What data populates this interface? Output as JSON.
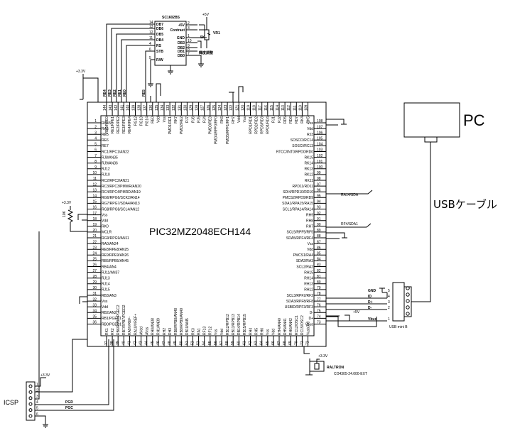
{
  "chip": {
    "name": "PIC32MZ2048ECH144",
    "left_pins": [
      {
        "num": "1",
        "label": "RG15"
      },
      {
        "num": "2",
        "label": "RA5"
      },
      {
        "num": "3",
        "label": "RE5"
      },
      {
        "num": "4",
        "label": "RE6"
      },
      {
        "num": "5",
        "label": "RE7"
      },
      {
        "num": "6",
        "label": "RC1/RPC1/AN22"
      },
      {
        "num": "7",
        "label": "RJ8/AN35"
      },
      {
        "num": "8",
        "label": "RJ9/AN36"
      },
      {
        "num": "9",
        "label": "RJ12"
      },
      {
        "num": "10",
        "label": "RJ10"
      },
      {
        "num": "11",
        "label": "RC2/RPC2/AN21"
      },
      {
        "num": "12",
        "label": "RC3/RPC3/PMWR/AN20"
      },
      {
        "num": "13",
        "label": "RC4/RPC4/PMRD/AN19"
      },
      {
        "num": "14",
        "label": "RG6/RPG6/SCK2/AN14"
      },
      {
        "num": "15",
        "label": "RG7/RPG7/SDA4/AN13"
      },
      {
        "num": "16",
        "label": "RG8/RPG8/SCL4/AN12"
      },
      {
        "num": "17",
        "label": "Vss"
      },
      {
        "num": "18",
        "label": "Vdd"
      },
      {
        "num": "19",
        "label": "RK0"
      },
      {
        "num": "20",
        "label": "MCLR"
      },
      {
        "num": "21",
        "label": "RG9/RPG9/AN11"
      },
      {
        "num": "22",
        "label": "RA0/AN24"
      },
      {
        "num": "23",
        "label": "RE8/RPE8/AN25"
      },
      {
        "num": "24",
        "label": "RE9/RPE9/AN26"
      },
      {
        "num": "25",
        "label": "RB5/RPB5/AN45"
      },
      {
        "num": "26",
        "label": "RB4/AN4"
      },
      {
        "num": "27",
        "label": "RJ11/AN37"
      },
      {
        "num": "28",
        "label": "RJ13"
      },
      {
        "num": "29",
        "label": "RJ14"
      },
      {
        "num": "30",
        "label": "RJ15"
      },
      {
        "num": "31",
        "label": "RB3/AN3"
      },
      {
        "num": "32",
        "label": "Vss"
      },
      {
        "num": "33",
        "label": "Vdd"
      },
      {
        "num": "34",
        "label": "RB2/AN2"
      },
      {
        "num": "35",
        "label": "RB1/PGEC1"
      },
      {
        "num": "36",
        "label": "RB0/PGED1"
      }
    ],
    "right_pins": [
      {
        "num": "108",
        "label": "Vss"
      },
      {
        "num": "107",
        "label": "Vdd"
      },
      {
        "num": "106",
        "label": "RJ3"
      },
      {
        "num": "105",
        "label": "SOSCO/RC14"
      },
      {
        "num": "104",
        "label": "SOSCI/RC13"
      },
      {
        "num": "103",
        "label": "RTCC/INT0/RPD0/RD0"
      },
      {
        "num": "102",
        "label": "RK15"
      },
      {
        "num": "101",
        "label": "RK14"
      },
      {
        "num": "100",
        "label": "RK13"
      },
      {
        "num": "99",
        "label": "RK12"
      },
      {
        "num": "98",
        "label": "RK11"
      },
      {
        "num": "97",
        "label": "RPD11/RD11"
      },
      {
        "num": "96",
        "label": "SDI4/RPD10/RD10"
      },
      {
        "num": "95",
        "label": "PMCS2/RPD9/RD9"
      },
      {
        "num": "94",
        "label": "SDA1/RPA15/RA15"
      },
      {
        "num": "93",
        "label": "SCL1/RPA14/RA14"
      },
      {
        "num": "92",
        "label": "RH9"
      },
      {
        "num": "91",
        "label": "RH8"
      },
      {
        "num": "90",
        "label": "RH7"
      },
      {
        "num": "89",
        "label": "SCL5/RPF5/RF5"
      },
      {
        "num": "88",
        "label": "SDA5/RPF4/RF4"
      },
      {
        "num": "87",
        "label": "Vss"
      },
      {
        "num": "86",
        "label": "Vdd"
      },
      {
        "num": "85",
        "label": "PMCS1/RA4"
      },
      {
        "num": "84",
        "label": "SDA2/RA3"
      },
      {
        "num": "83",
        "label": "SCL2/RA2"
      },
      {
        "num": "82",
        "label": "RH15"
      },
      {
        "num": "81",
        "label": "RH14"
      },
      {
        "num": "80",
        "label": "RH13"
      },
      {
        "num": "79",
        "label": "RH12"
      },
      {
        "num": "78",
        "label": "SCL3/RPF2/RF2"
      },
      {
        "num": "77",
        "label": "SDA3/RPF8/RF8"
      },
      {
        "num": "76",
        "label": "USBID/RPF3/RF3"
      },
      {
        "num": "75",
        "label": "D-"
      },
      {
        "num": "74",
        "label": "D+"
      },
      {
        "num": "73",
        "label": "Vbus"
      }
    ],
    "top_pins": [
      {
        "num": "144",
        "label": "RE0/RPE0"
      },
      {
        "num": "143",
        "label": "RE1/RPE1"
      },
      {
        "num": "142",
        "label": "RE2/RPE2"
      },
      {
        "num": "141",
        "label": "RE3/RPE3"
      },
      {
        "num": "140",
        "label": "RE4/RPE4"
      },
      {
        "num": "139",
        "label": "RG12"
      },
      {
        "num": "138",
        "label": "RG13"
      },
      {
        "num": "137",
        "label": "RG14"
      },
      {
        "num": "136",
        "label": "RE0"
      },
      {
        "num": "135",
        "label": "Vdd"
      },
      {
        "num": "134",
        "label": "Vss"
      },
      {
        "num": "133",
        "label": "PMD1/RE1"
      },
      {
        "num": "132",
        "label": "RK7"
      },
      {
        "num": "131",
        "label": "PMD2/RE2"
      },
      {
        "num": "130",
        "label": "RJ7"
      },
      {
        "num": "129",
        "label": "RJ6"
      },
      {
        "num": "128",
        "label": "RJ5"
      },
      {
        "num": "127",
        "label": "RJ4"
      },
      {
        "num": "126",
        "label": "PMD3/RE3"
      },
      {
        "num": "125",
        "label": "PMD4/RPF0/RF0"
      },
      {
        "num": "124",
        "label": "RK6"
      },
      {
        "num": "123",
        "label": "PMD5/RPF1/RF1"
      },
      {
        "num": "122",
        "label": "RH7"
      },
      {
        "num": "121",
        "label": "Vdd"
      },
      {
        "num": "120",
        "label": "Vss"
      },
      {
        "num": "119",
        "label": "RPD1/RD1"
      },
      {
        "num": "118",
        "label": "RPD2/RD2"
      },
      {
        "num": "117",
        "label": "RPD3/RD3"
      },
      {
        "num": "116",
        "label": "RPD4/RD4"
      },
      {
        "num": "115",
        "label": "RJ1"
      },
      {
        "num": "114",
        "label": "RJ2"
      },
      {
        "num": "113",
        "label": "RD5"
      },
      {
        "num": "112",
        "label": "RD6"
      },
      {
        "num": "111",
        "label": "RD7"
      },
      {
        "num": "110",
        "label": "RK4"
      },
      {
        "num": "109",
        "label": "RK5"
      }
    ],
    "bottom_pins": [
      {
        "num": "37",
        "label": "RK1"
      },
      {
        "num": "38",
        "label": "RK2"
      },
      {
        "num": "39",
        "label": "RB6/RPB6/PGEC2"
      },
      {
        "num": "40",
        "label": "RB7/RPB7/PGED2"
      },
      {
        "num": "41",
        "label": "RA9/VREF-"
      },
      {
        "num": "42",
        "label": "RA10/VREF+"
      },
      {
        "num": "43",
        "label": "AVdd"
      },
      {
        "num": "44",
        "label": "AVss"
      },
      {
        "num": "45",
        "label": "RH0/AN38"
      },
      {
        "num": "46",
        "label": "RH1/AN39"
      },
      {
        "num": "47",
        "label": "RH2"
      },
      {
        "num": "48",
        "label": "RH3"
      },
      {
        "num": "49",
        "label": "RB8/RPB8/AN48"
      },
      {
        "num": "50",
        "label": "RB9/RPB9/AN49"
      },
      {
        "num": "51",
        "label": "RB10/AN5"
      },
      {
        "num": "52",
        "label": "RK3"
      },
      {
        "num": "53",
        "label": "RA1"
      },
      {
        "num": "54",
        "label": "RF13"
      },
      {
        "num": "55",
        "label": "RF12"
      },
      {
        "num": "56",
        "label": "Vss"
      },
      {
        "num": "57",
        "label": "Vdd"
      },
      {
        "num": "58",
        "label": "RB12/RPB12"
      },
      {
        "num": "59",
        "label": "RB13/RPB13"
      },
      {
        "num": "60",
        "label": "RB14/RPB14"
      },
      {
        "num": "61",
        "label": "RB15/RPB15"
      },
      {
        "num": "62",
        "label": "RH4"
      },
      {
        "num": "63",
        "label": "RH5"
      },
      {
        "num": "64",
        "label": "RH6"
      },
      {
        "num": "65",
        "label": "Vss"
      },
      {
        "num": "66",
        "label": "Vdd"
      },
      {
        "num": "67",
        "label": "RH4/AN40"
      },
      {
        "num": "68",
        "label": "RH5/AN41"
      },
      {
        "num": "69",
        "label": "RH6/AN42"
      },
      {
        "num": "70",
        "label": "RC12/OSC1"
      },
      {
        "num": "71",
        "label": "RC15/OSC2"
      },
      {
        "num": "72",
        "label": "Vusb3v3"
      }
    ]
  },
  "lcd": {
    "name": "SC1602BS",
    "left_pins": [
      {
        "num": "14",
        "label": "DB7"
      },
      {
        "num": "13",
        "label": "DB6"
      },
      {
        "num": "12",
        "label": "DB5"
      },
      {
        "num": "11",
        "label": "DB4"
      },
      {
        "num": "4",
        "label": "RS"
      },
      {
        "num": "6",
        "label": "STB"
      },
      {
        "num": "5",
        "label": "R/W"
      }
    ],
    "right_pins": [
      {
        "num": "2",
        "label": "+5V"
      },
      {
        "num": "3",
        "label": "Contrast"
      },
      {
        "num": "1",
        "label": "GND"
      },
      {
        "num": "10",
        "label": "DB3"
      },
      {
        "num": "9",
        "label": "DB2"
      },
      {
        "num": "8",
        "label": "DB1"
      },
      {
        "num": "7",
        "label": "DB0"
      }
    ],
    "note": "輝度調整",
    "vr_label": "VR1",
    "vr_value": "5K",
    "supply": "+5V"
  },
  "top_nets": [
    "RE4",
    "RE3",
    "RE2",
    "RE1",
    "RE0",
    "RE5"
  ],
  "supply_labels": {
    "v33_top": "+3.3V",
    "v33_pullup": "+3.3V",
    "v33_crystal": "+3.3V",
    "v33_icsp": "+3.3V",
    "v5_usb": "+5V"
  },
  "pullup": {
    "value": "10K"
  },
  "net_labels": {
    "ra14_sda": "RA14/SDA",
    "rf4_sda": "RF4/SDA1"
  },
  "crystal": {
    "maker": "RALTRON",
    "part": "CO4305-24.000-EXT"
  },
  "usb": {
    "connector": "USB mini B",
    "pins": [
      {
        "num": "5",
        "label": "GND"
      },
      {
        "num": "4",
        "label": "ID"
      },
      {
        "num": "3",
        "label": "D+"
      },
      {
        "num": "2",
        "label": "D-"
      },
      {
        "num": "1",
        "label": "Vbus"
      }
    ],
    "cable": "USBケーブル"
  },
  "pc": {
    "label": "PC"
  },
  "icsp": {
    "label": "ICSP",
    "pins": [
      "1",
      "2",
      "3",
      "4",
      "5",
      "6"
    ],
    "pgd": "PGD",
    "pgc": "PGC"
  }
}
